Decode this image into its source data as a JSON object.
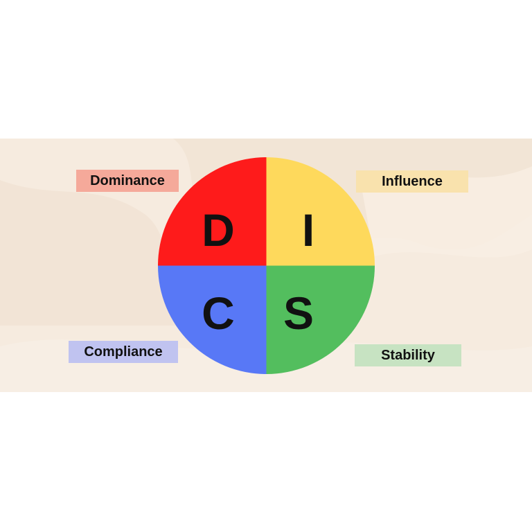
{
  "colors": {
    "dominance": "#fe1b1b",
    "influence": "#fed95c",
    "compliance": "#5878f6",
    "stability": "#53be5e",
    "dominance_label_bg": "#f5a99a",
    "influence_label_bg": "#f9e2ad",
    "compliance_label_bg": "#c0c3f0",
    "stability_label_bg": "#c7e3c2",
    "letter": "#111111",
    "banner_bg": "#f6ebdf"
  },
  "quadrants": {
    "dominance": {
      "letter": "D",
      "label": "Dominance"
    },
    "influence": {
      "letter": "I",
      "label": "Influence"
    },
    "compliance": {
      "letter": "C",
      "label": "Compliance"
    },
    "stability": {
      "letter": "S",
      "label": "Stability"
    }
  }
}
